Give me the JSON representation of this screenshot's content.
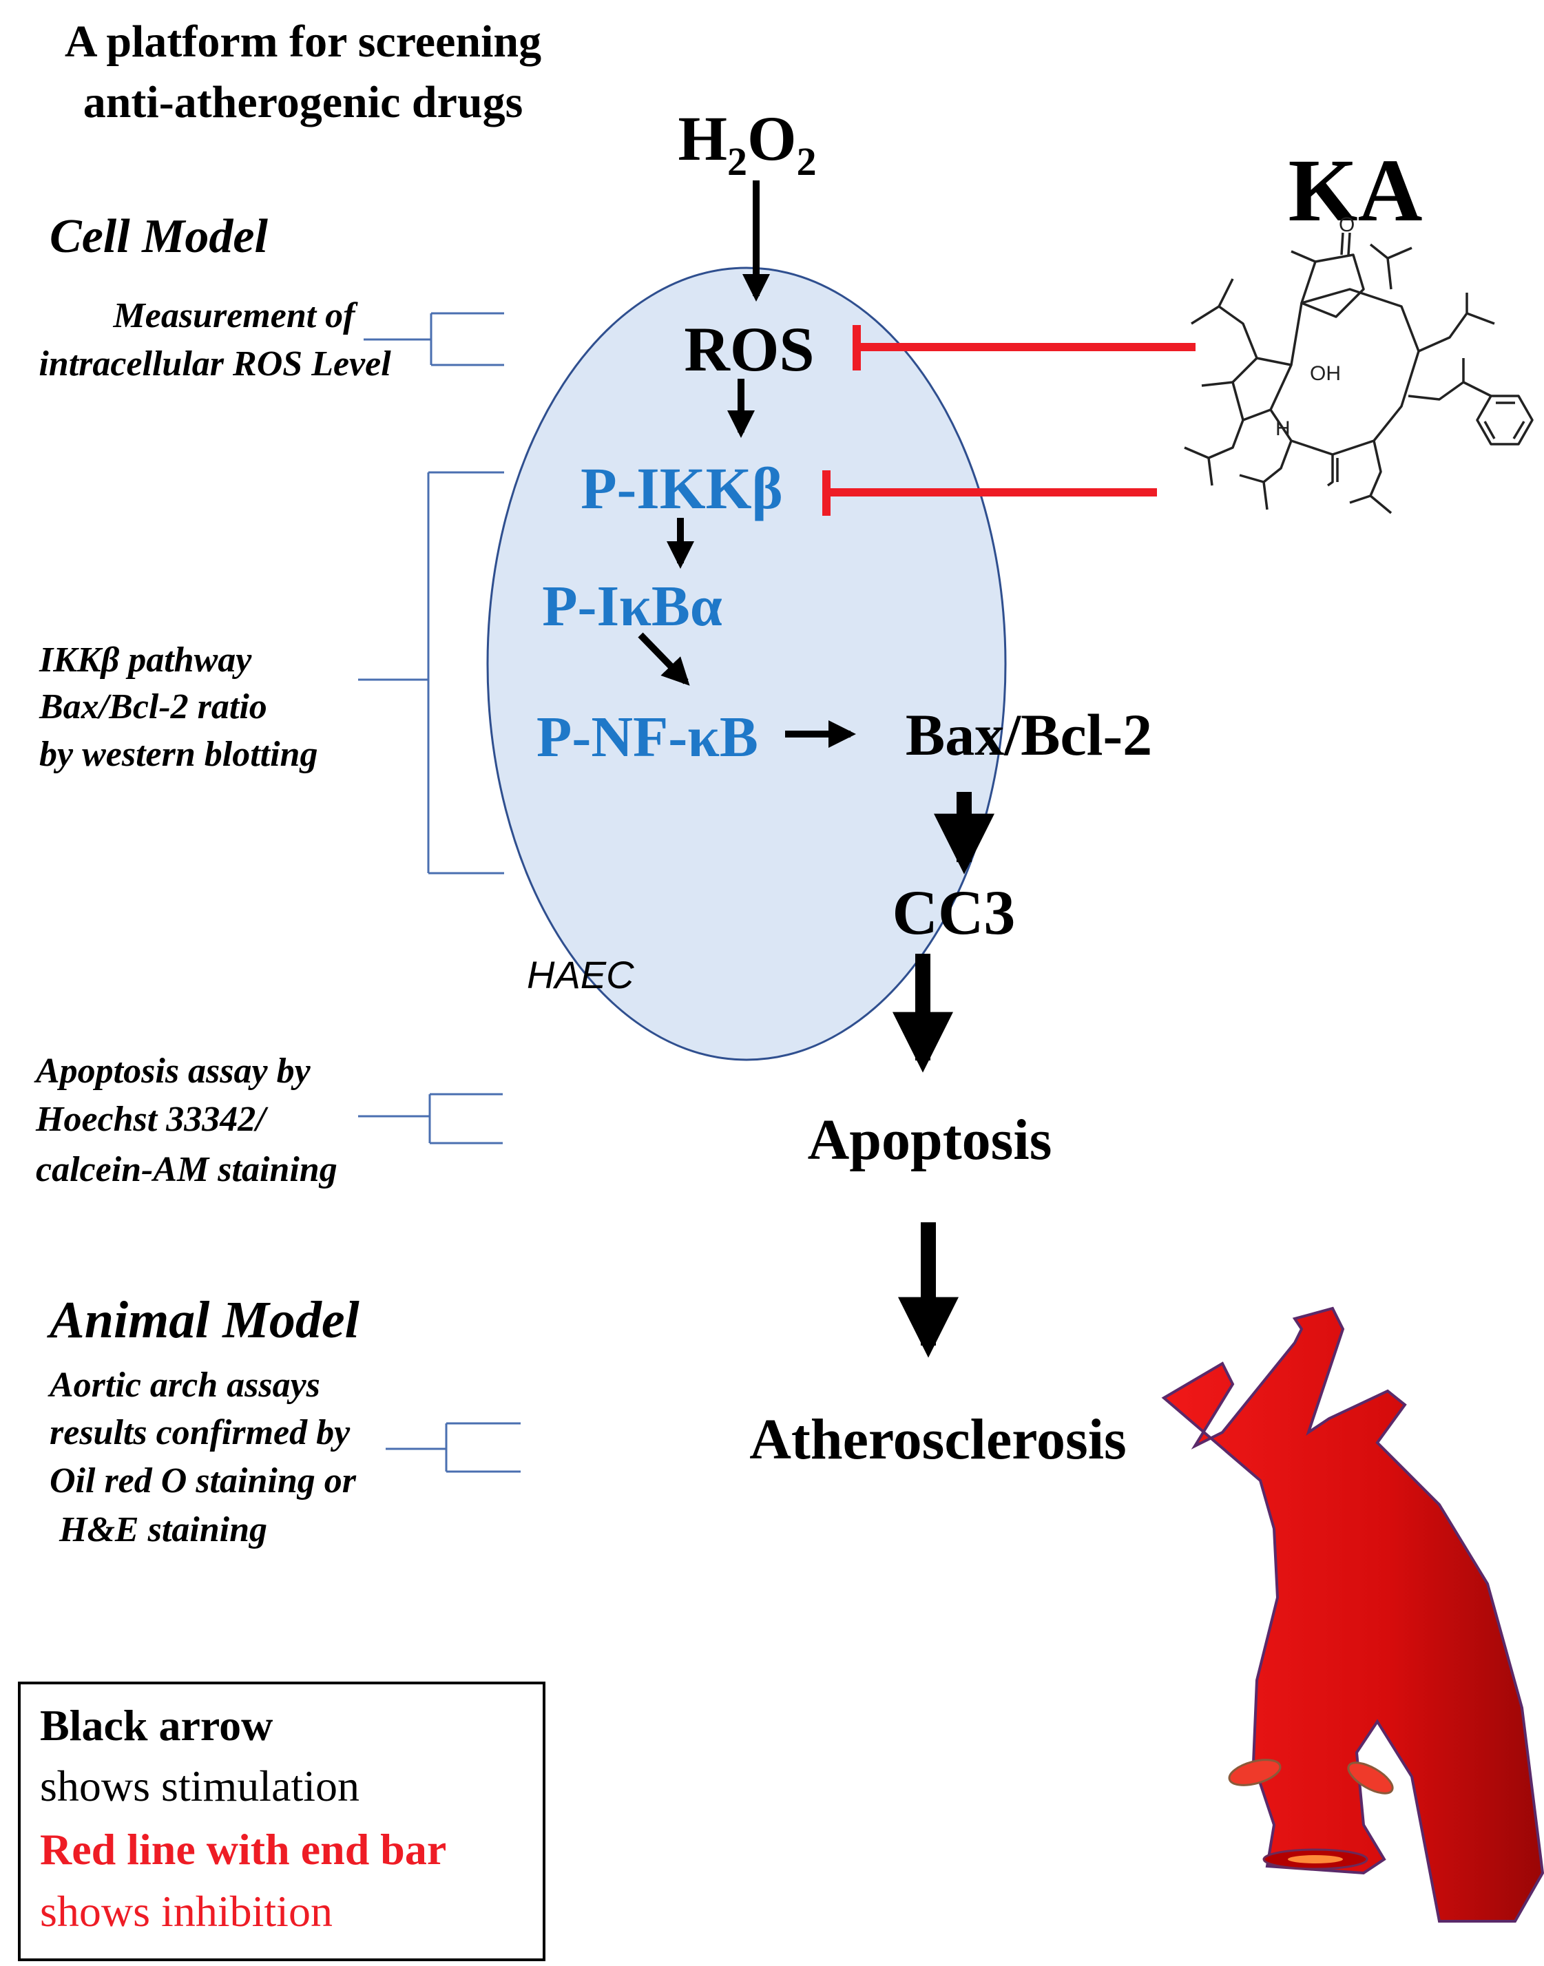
{
  "title": {
    "line1": "A platform for screening",
    "line2": "anti-atherogenic drugs"
  },
  "cell_model": {
    "heading": "Cell Model",
    "ros_note": [
      "Measurement of",
      "intracellular ROS Level"
    ],
    "ikk_note": [
      "IKKβ pathway",
      "Bax/Bcl-2 ratio",
      "by western blotting"
    ],
    "apoptosis_note": [
      "Apoptosis assay by",
      "Hoechst 33342/",
      "calcein-AM staining"
    ]
  },
  "animal_model": {
    "heading": "Animal Model",
    "note": [
      "Aortic arch assays",
      "results confirmed by",
      "Oil red O staining or",
      "H&E staining"
    ]
  },
  "pathway": {
    "stimulus_base": "H",
    "stimulus_sub1": "2",
    "stimulus_o": "O",
    "stimulus_sub2": "2",
    "ros": "ROS",
    "p_ikkb": "P-IKKβ",
    "p_ikba": "P-IκBα",
    "p_nfkb": "P-NF-κB",
    "bax_bcl2": "Bax/Bcl-2",
    "cc3": "CC3",
    "apoptosis": "Apoptosis",
    "atherosclerosis": "Atherosclerosis",
    "cell_label": "HAEC"
  },
  "compound": {
    "name": "KA",
    "labels": {
      "o_top": "O",
      "oh": "OH",
      "h": "H"
    },
    "icon": "chemical-structure-icon"
  },
  "legend": {
    "line1": "Black arrow",
    "line2": "shows stimulation",
    "line3": "Red line with end bar",
    "line4": "shows inhibition"
  },
  "colors": {
    "protein_blue": "#1f78c8",
    "inhibit_red": "#ee1c25",
    "cell_fill": "#dbe6f5",
    "cell_stroke": "#2f4f8f",
    "bracket_blue": "#4a6fb0",
    "aorta_red": "#e01010"
  }
}
